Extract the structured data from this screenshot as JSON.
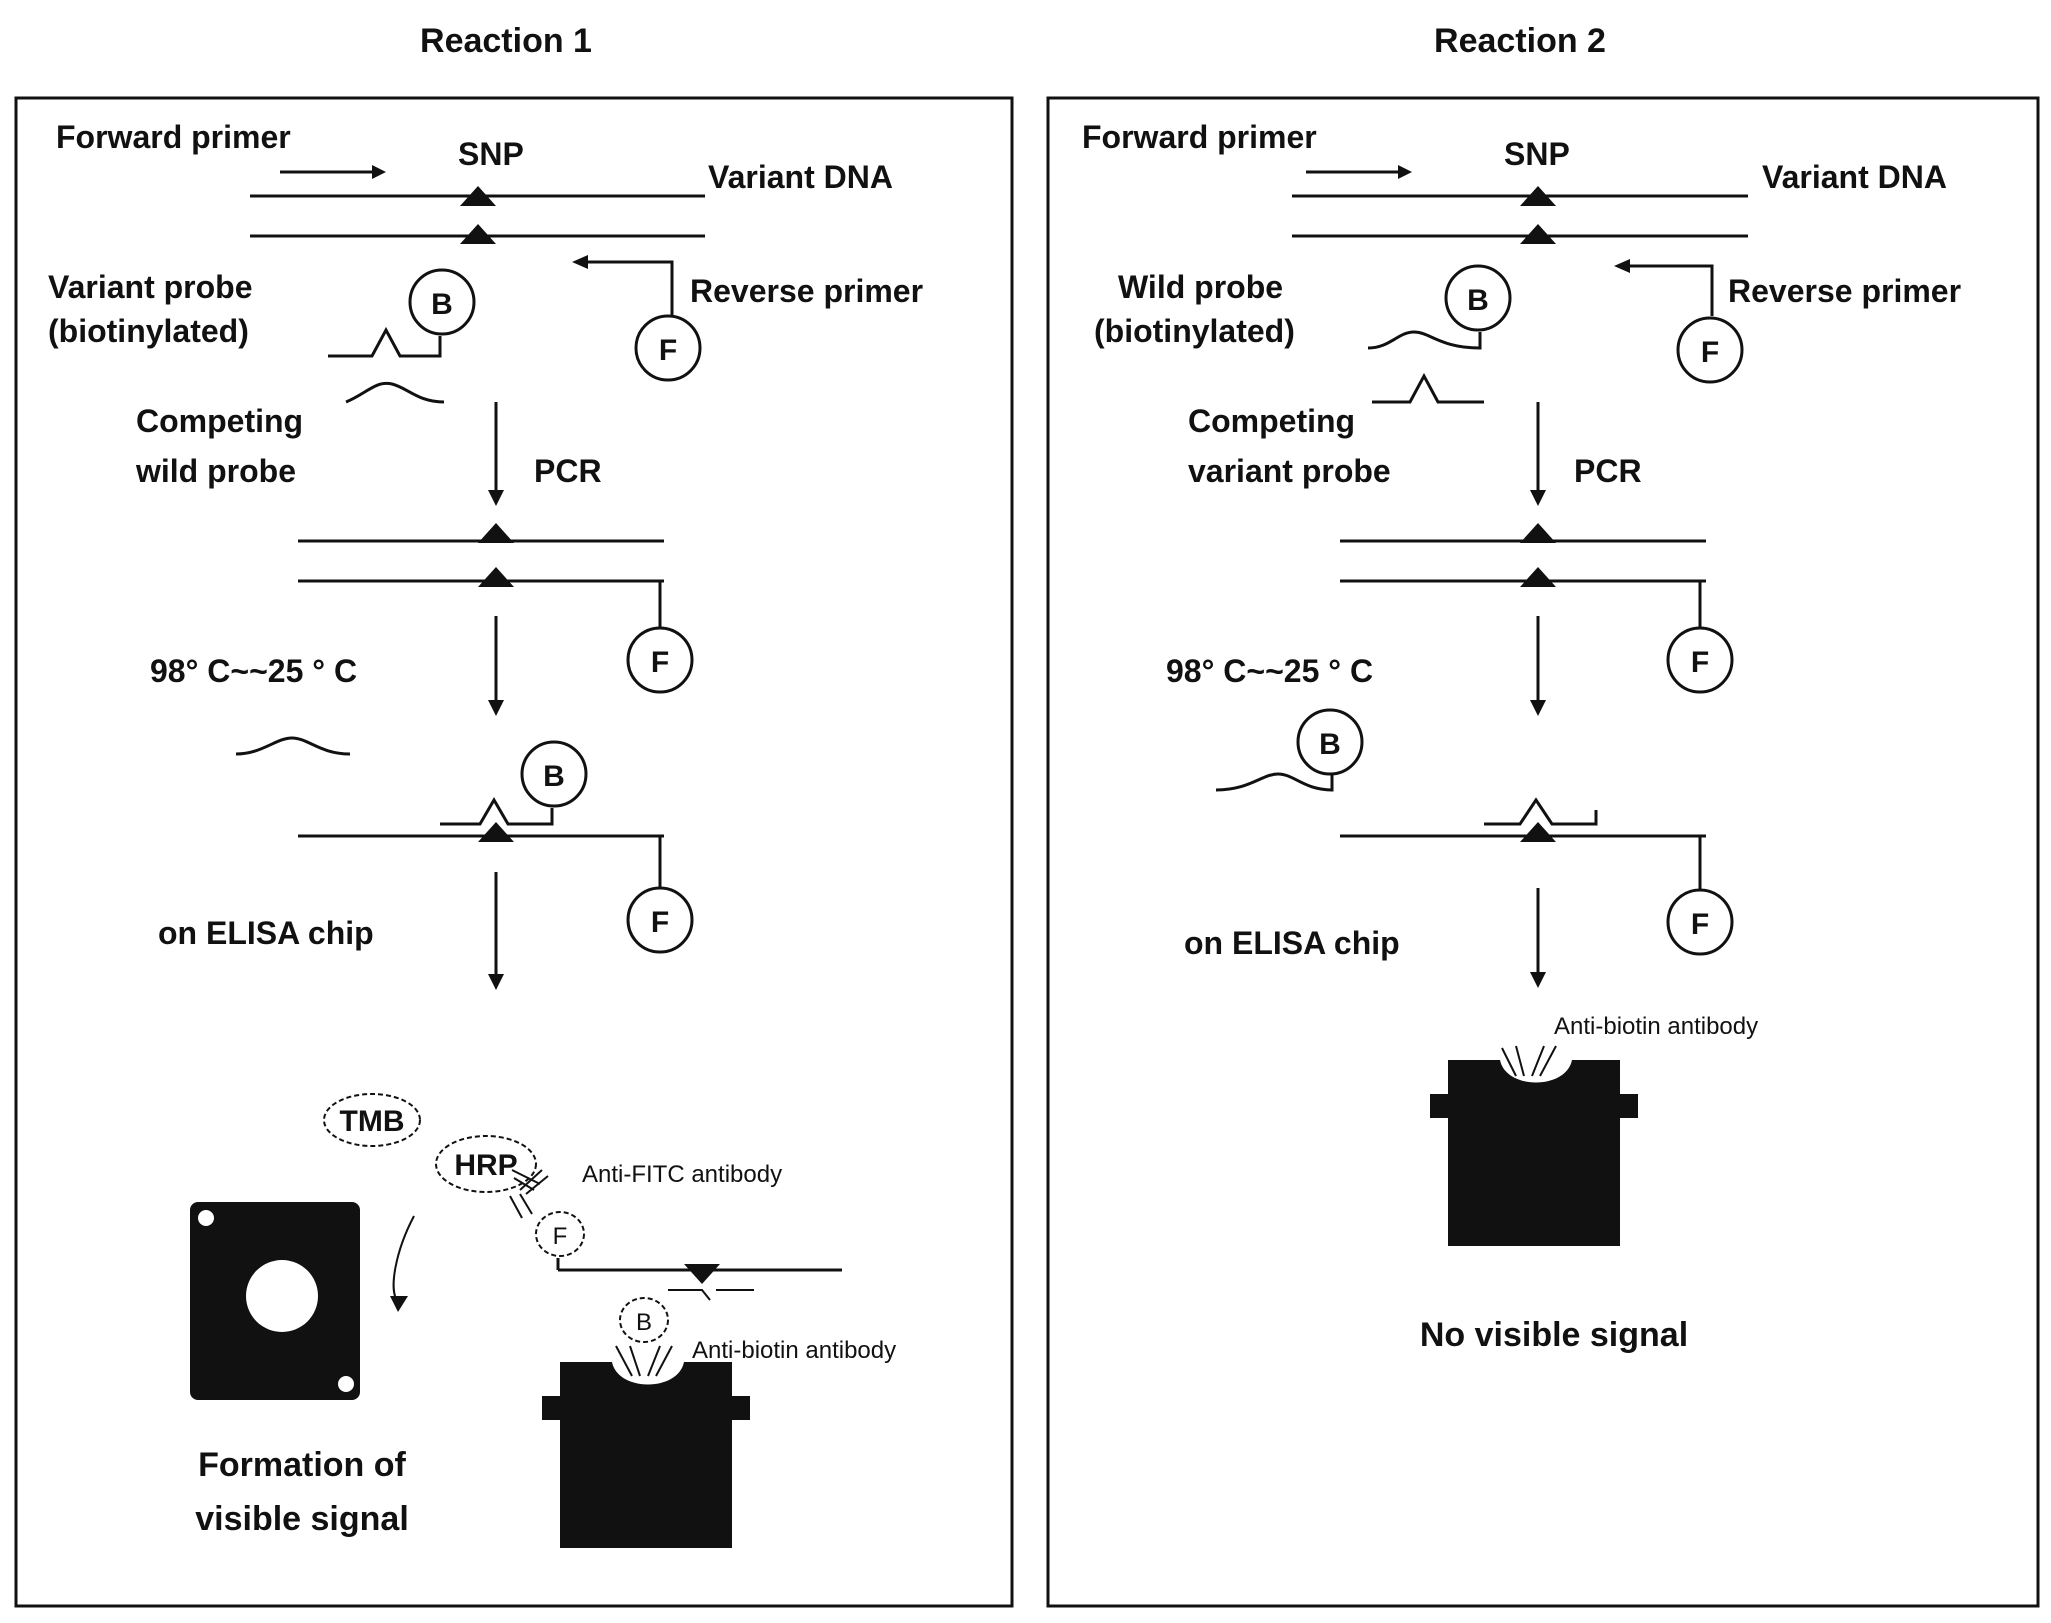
{
  "panels": [
    {
      "title": "Reaction 1",
      "forward_primer": "Forward primer",
      "snp": "SNP",
      "variant_dna": "Variant DNA",
      "probe_line1": "Variant probe",
      "probe_line2": "(biotinylated)",
      "reverse_primer": "Reverse primer",
      "competing_line1": "Competing",
      "competing_line2": "wild probe",
      "pcr": "PCR",
      "temperature": "98° C~~25 ° C",
      "elisa": "on ELISA chip",
      "tmb": "TMB",
      "hrp": "HRP",
      "anti_fitc": "Anti-FITC antibody",
      "anti_biotin": "Anti-biotin antibody",
      "result_line1": "Formation of",
      "result_line2": "visible signal"
    },
    {
      "title": "Reaction 2",
      "forward_primer": "Forward primer",
      "snp": "SNP",
      "variant_dna": "Variant DNA",
      "probe_line1": "Wild probe",
      "probe_line2": "(biotinylated)",
      "reverse_primer": "Reverse primer",
      "competing_line1": "Competing",
      "competing_line2": "variant probe",
      "pcr": "PCR",
      "temperature": "98° C~~25 ° C",
      "elisa": "on ELISA chip",
      "anti_biotin": "Anti-biotin antibody",
      "result": "No visible signal"
    }
  ],
  "markers": {
    "biotin": "B",
    "fitc": "F"
  }
}
